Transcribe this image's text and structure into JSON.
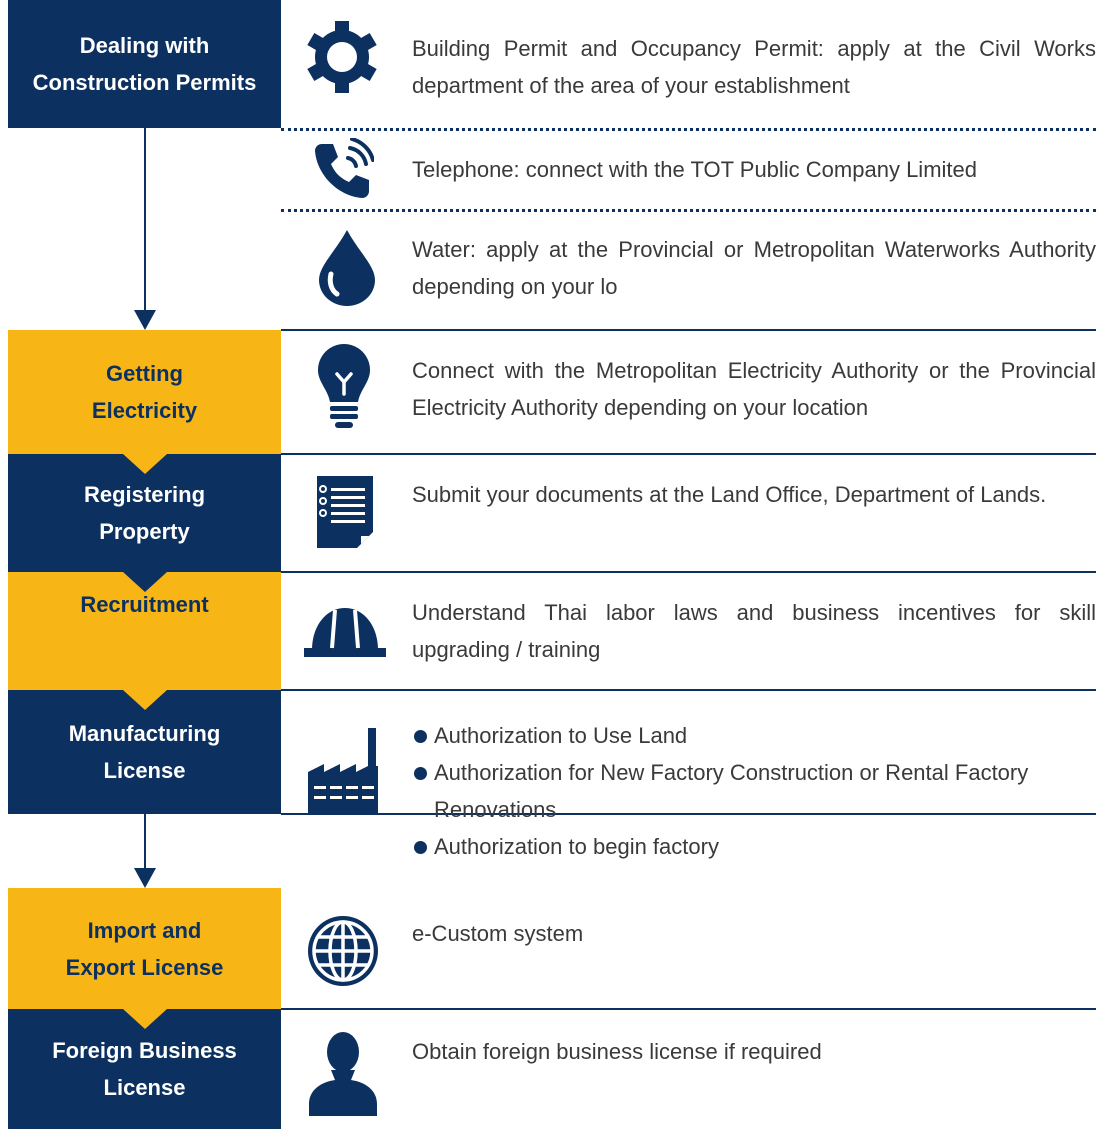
{
  "colors": {
    "navy": "#0c3060",
    "gold": "#f8b516",
    "text": "#3a3a3a",
    "background": "#ffffff"
  },
  "steps": [
    {
      "id": "construction",
      "title_lines": [
        "Dealing with",
        "Construction Permits"
      ],
      "style": "navy",
      "items": [
        {
          "icon": "gear-icon",
          "text": "Building Permit and Occupancy Permit: apply at the Civil Works department of the area of your establishment"
        },
        {
          "icon": "phone-icon",
          "text": "Telephone: connect with the TOT Public Company Limited"
        },
        {
          "icon": "water-drop-icon",
          "text": "Water: apply at the Provincial or Metropolitan Waterworks Authority depending on your lo"
        }
      ]
    },
    {
      "id": "electricity",
      "title_lines": [
        "Getting",
        "Electricity"
      ],
      "style": "gold",
      "items": [
        {
          "icon": "lightbulb-icon",
          "text": "Connect with the Metropolitan Electricity Authority or the Provincial Electricity Authority depending on your location"
        }
      ]
    },
    {
      "id": "property",
      "title_lines": [
        "Registering",
        "Property"
      ],
      "style": "navy",
      "items": [
        {
          "icon": "document-icon",
          "text": "Submit your documents at the Land Office, Department of Lands."
        }
      ]
    },
    {
      "id": "recruitment",
      "title_lines": [
        "Recruitment"
      ],
      "style": "gold",
      "items": [
        {
          "icon": "hard-hat-icon",
          "text": "Understand Thai labor laws and business incentives for skill upgrading / training"
        }
      ]
    },
    {
      "id": "manufacturing",
      "title_lines": [
        "Manufacturing",
        "License"
      ],
      "style": "navy",
      "icon": "factory-icon",
      "bullets": [
        "Authorization to Use Land",
        "Authorization for New Factory Construction or Rental Factory Renovations",
        "Authorization to begin factory"
      ]
    },
    {
      "id": "import-export",
      "title_lines": [
        "Import and",
        "Export License"
      ],
      "style": "gold",
      "items": [
        {
          "icon": "globe-icon",
          "text": "e-Custom system"
        }
      ]
    },
    {
      "id": "foreign-business",
      "title_lines": [
        "Foreign Business",
        "License"
      ],
      "style": "navy",
      "items": [
        {
          "icon": "person-icon",
          "text": "Obtain foreign business license if required"
        }
      ]
    }
  ]
}
